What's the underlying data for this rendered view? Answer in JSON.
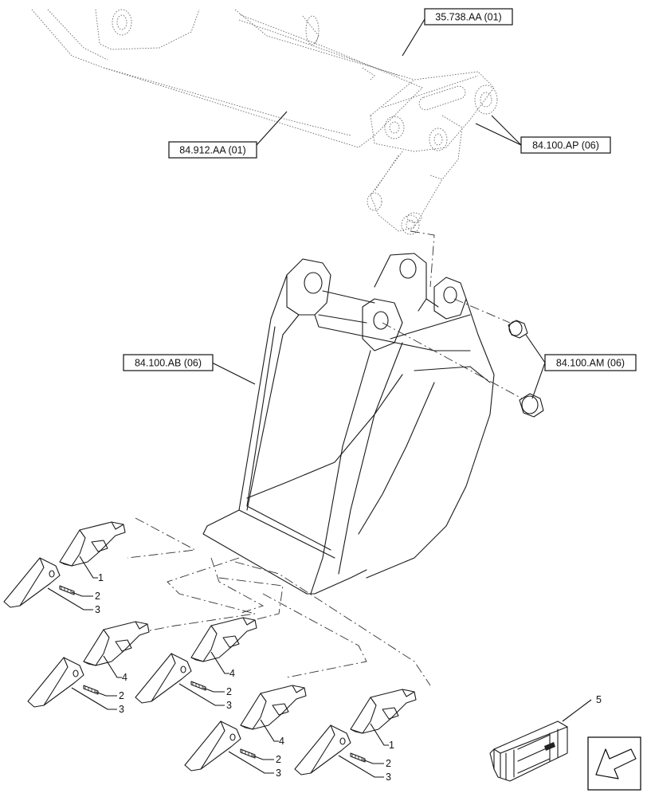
{
  "callouts": [
    {
      "id": "c1",
      "label": "35.738.AA (01)"
    },
    {
      "id": "c2",
      "label": "84.912.AA (01)"
    },
    {
      "id": "c3",
      "label": "84.100.AP (06)"
    },
    {
      "id": "c4",
      "label": "84.100.AB (06)"
    },
    {
      "id": "c5",
      "label": "84.100.AM (06)"
    }
  ],
  "item_numbers": {
    "adapter": "1",
    "pin": "2",
    "tooth": "3",
    "adapter_alt": "4",
    "kit": "5"
  },
  "icons": {
    "nav_arrow": "arrow-down-left-icon",
    "kit_box": "crate-icon"
  }
}
